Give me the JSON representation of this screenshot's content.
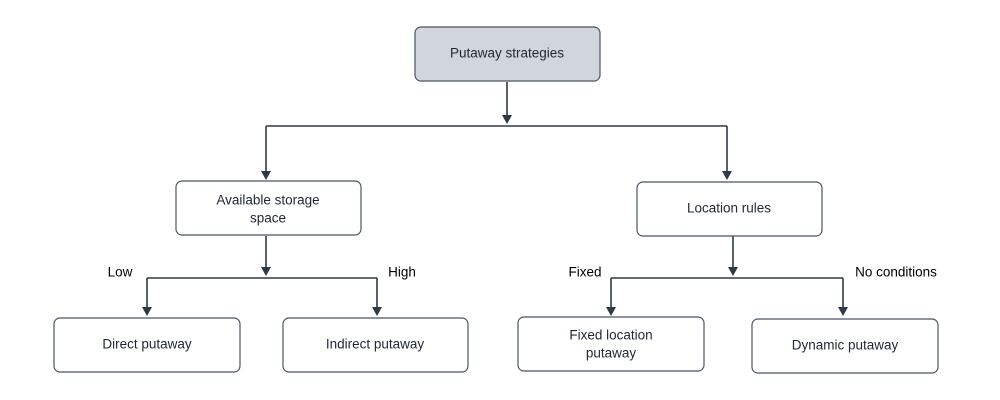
{
  "nodes": {
    "root": {
      "lines": [
        "Putaway strategies"
      ]
    },
    "storage": {
      "lines": [
        "Available storage",
        "space"
      ]
    },
    "location": {
      "lines": [
        "Location rules"
      ]
    },
    "direct": {
      "lines": [
        "Direct putaway"
      ]
    },
    "indirect": {
      "lines": [
        "Indirect putaway"
      ]
    },
    "fixed": {
      "lines": [
        "Fixed location",
        "putaway"
      ]
    },
    "dynamic": {
      "lines": [
        "Dynamic putaway"
      ]
    }
  },
  "edge_labels": {
    "low": "Low",
    "high": "High",
    "fixed": "Fixed",
    "no_conditions": "No conditions"
  },
  "colors": {
    "root_fill": "#d1d6dc",
    "node_fill": "#ffffff",
    "line": "#2f3946"
  }
}
